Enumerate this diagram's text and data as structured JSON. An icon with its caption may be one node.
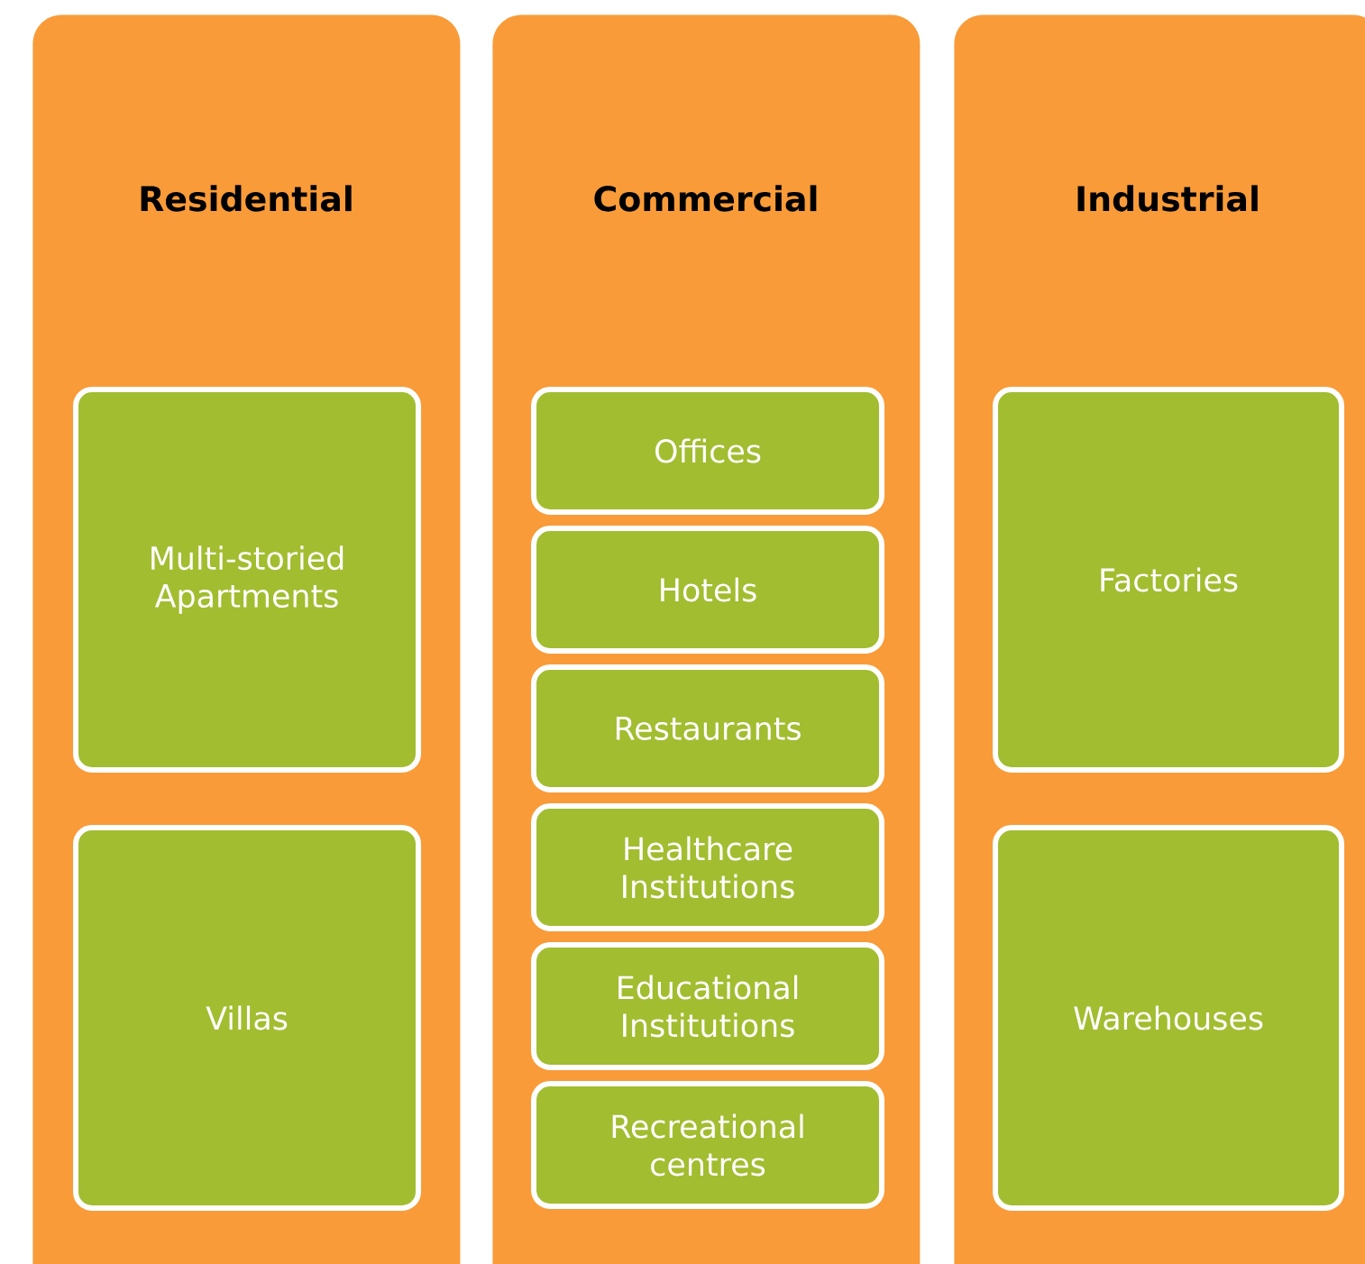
{
  "diagram": {
    "nodes": [
      {
        "text": [
          "Residential"
        ]
      },
      {
        "text": [
          "Multi-storied Apartments"
        ],
        "in": 0
      },
      {
        "text": [
          "Villas"
        ],
        "in": 0
      },
      {
        "text": [
          "Commercial"
        ]
      },
      {
        "text": [
          "Offices"
        ],
        "in": 3
      },
      {
        "text": [
          "Hotels"
        ],
        "in": 3
      },
      {
        "text": [
          "Restaurants"
        ],
        "in": 3
      },
      {
        "text": [
          "Healthcare Institutions"
        ],
        "in": 3
      },
      {
        "text": [
          "Educational Institutions"
        ],
        "in": 3
      },
      {
        "text": [
          "Recreational centres"
        ],
        "in": 3
      },
      {
        "text": [
          "Industrial"
        ]
      },
      {
        "text": [
          "Factories"
        ],
        "in": 10
      },
      {
        "text": [
          "Warehouses"
        ],
        "in": 10
      }
    ]
  }
}
